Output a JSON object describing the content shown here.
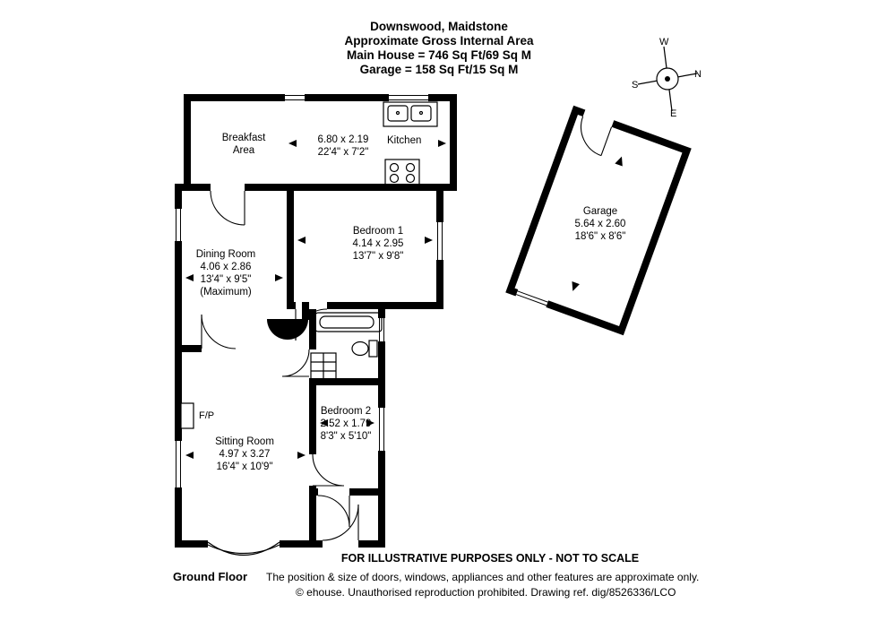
{
  "header": {
    "line1": "Downswood, Maidstone",
    "line2": "Approximate Gross Internal Area",
    "line3": "Main House = 746 Sq Ft/69 Sq M",
    "line4": "Garage = 158 Sq Ft/15 Sq M"
  },
  "compass": {
    "n": "N",
    "e": "E",
    "s": "S",
    "w": "W"
  },
  "rooms": {
    "breakfast": {
      "name": "Breakfast Area"
    },
    "kitchen": {
      "name": "Kitchen",
      "metric": "6.80 x 2.19",
      "imperial": "22'4\" x 7'2\""
    },
    "bedroom1": {
      "name": "Bedroom 1",
      "metric": "4.14 x 2.95",
      "imperial": "13'7\" x 9'8\""
    },
    "dining": {
      "name": "Dining Room",
      "metric": "4.06 x 2.86",
      "imperial": "13'4\" x 9'5\"",
      "note": "(Maximum)"
    },
    "bedroom2": {
      "name": "Bedroom 2",
      "metric": "2.52 x 1.79",
      "imperial": "8'3\" x 5'10\""
    },
    "sitting": {
      "name": "Sitting Room",
      "metric": "4.97 x 3.27",
      "imperial": "16'4\" x 10'9\""
    },
    "garage": {
      "name": "Garage",
      "metric": "5.64 x 2.60",
      "imperial": "18'6\" x 8'6\""
    },
    "fireplace": {
      "label": "F/P"
    }
  },
  "footer": {
    "notice": "FOR ILLUSTRATIVE PURPOSES ONLY - NOT TO SCALE",
    "floor_label": "Ground Floor",
    "disclaimer": "The position & size of doors, windows, appliances and other features are approximate only.",
    "copyright": "© ehouse. Unauthorised reproduction prohibited. Drawing ref. dig/8526336/LCO"
  },
  "colors": {
    "wall": "#000000",
    "background": "#ffffff"
  }
}
